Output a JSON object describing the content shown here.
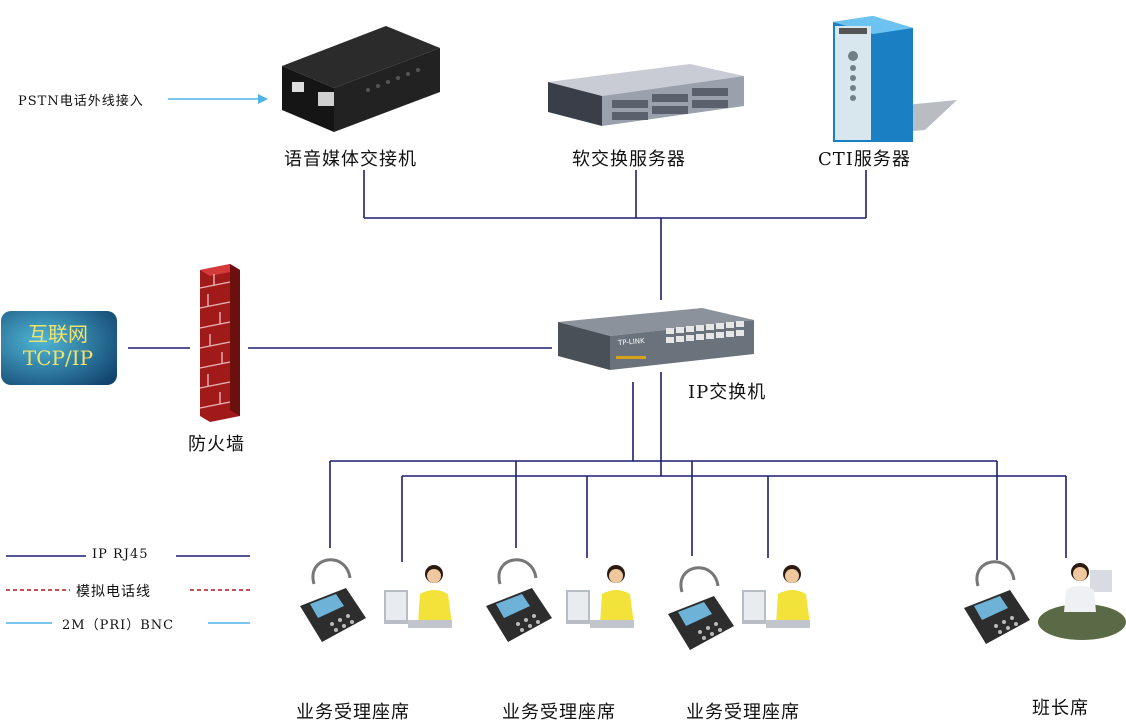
{
  "pstn_label": "PSTN电话外线接入",
  "devices": {
    "media_gateway": "语音媒体交接机",
    "softswitch": "软交换服务器",
    "cti_server": "CTI服务器",
    "ip_switch": "IP交换机",
    "firewall": "防火墙",
    "switch_brand": "TP-LINK"
  },
  "internet": {
    "line1": "互联网",
    "line2": "TCP/IP"
  },
  "legend": [
    {
      "label": "IP RJ45",
      "color": "#1a1f6e",
      "style": "solid"
    },
    {
      "label": "模拟电话线",
      "color": "#b3141c",
      "style": "dashed"
    },
    {
      "label": "2M（PRI）BNC",
      "color": "#4fb3e8",
      "style": "solid"
    }
  ],
  "seats": [
    {
      "label": "业务受理座席"
    },
    {
      "label": "业务受理座席"
    },
    {
      "label": "业务受理座席"
    },
    {
      "label": "班长席"
    }
  ],
  "colors": {
    "ip_line": "#1a1f6e",
    "analog_line": "#b3141c",
    "bnc_line": "#4fb3e8"
  }
}
